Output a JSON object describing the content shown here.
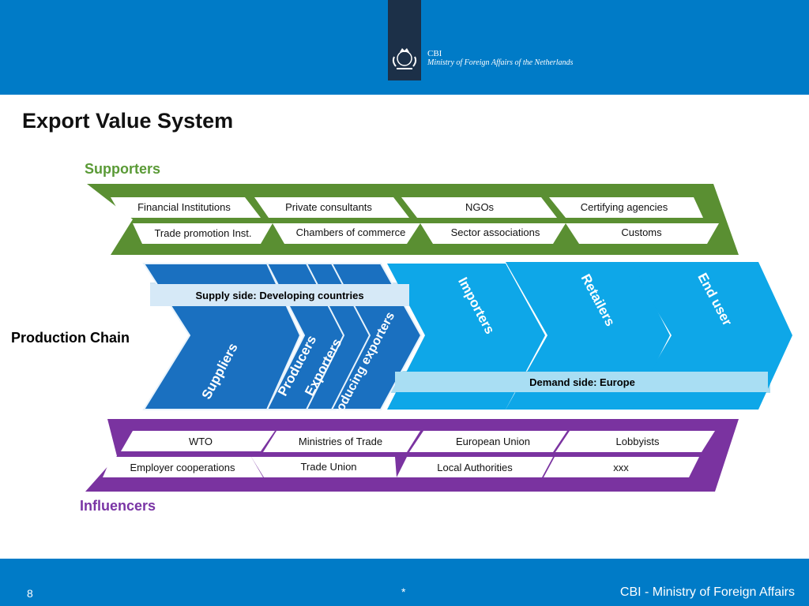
{
  "header": {
    "org_short": "CBI",
    "org_long": "Ministry of Foreign Affairs of the Netherlands"
  },
  "title": "Export Value System",
  "supporters": {
    "label": "Supporters",
    "color": "#5a8f32",
    "row1": [
      "Financial Institutions",
      "Private consultants",
      "NGOs",
      "Certifying agencies"
    ],
    "row2": [
      "Trade promotion Inst.",
      "Chambers of commerce",
      "Sector associations",
      "Customs"
    ]
  },
  "production_chain": {
    "label": "Production Chain",
    "supply_side": "Supply side: Developing countries",
    "demand_side": "Demand side: Europe",
    "supply_color": "#1a70c0",
    "demand_color": "#0ea7e8",
    "stages": [
      "Suppliers",
      "Producers",
      "Exporters",
      "Producing exporters",
      "Importers",
      "Retailers",
      "End user"
    ]
  },
  "influencers": {
    "label": "Influencers",
    "color": "#7a33a0",
    "row1": [
      "WTO",
      "Ministries of Trade",
      "European Union",
      "Lobbyists"
    ],
    "row2": [
      "Employer cooperations",
      "Trade Union",
      "Local Authorities",
      "xxx"
    ]
  },
  "footer": {
    "page": "8",
    "star": "*",
    "text": "CBI - Ministry of Foreign Affairs"
  }
}
